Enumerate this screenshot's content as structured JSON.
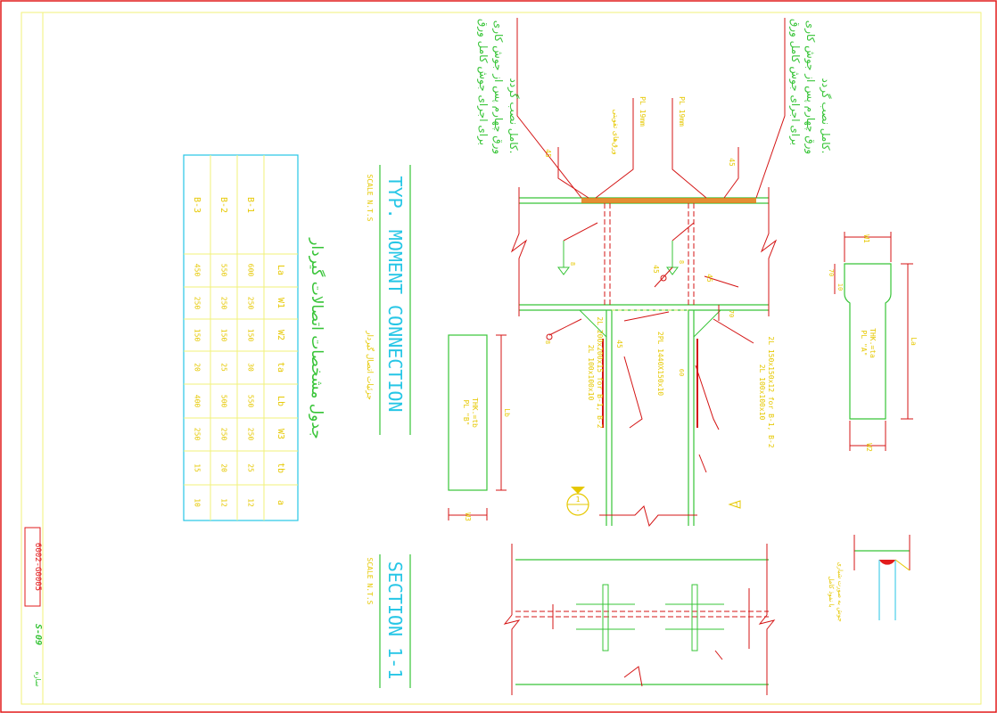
{
  "colors": {
    "frame_red": "#e21b1b",
    "inner_yellow": "#f2f27a",
    "line_green": "#3ecf3e",
    "dim_red": "#d41414",
    "title_cyan": "#26c6e6",
    "note_green": "#37c437",
    "label_yellow": "#e6c800",
    "hatch_orange": "#e07a10"
  },
  "title_block": {
    "title": "TYP. MOMENT CONNECTION",
    "scale": "SCALE N.T.S",
    "subtitle_fa": "جزئیات اتصال گیردار"
  },
  "section_block": {
    "title": "SECTION 1-1",
    "scale": "SCALE N.T.S"
  },
  "table_block": {
    "title_fa": "جدول مشخصات اتصالات گیردار",
    "headers": [
      "",
      "La",
      "W1",
      "W2",
      "ta",
      "Lb",
      "W3",
      "tb",
      "a"
    ],
    "rows": [
      {
        "id": "B-1",
        "values": [
          "600",
          "250",
          "150",
          "30",
          "550",
          "250",
          "25",
          "12"
        ]
      },
      {
        "id": "B-2",
        "values": [
          "550",
          "250",
          "150",
          "25",
          "500",
          "250",
          "20",
          "12"
        ]
      },
      {
        "id": "B-3",
        "values": [
          "450",
          "250",
          "150",
          "20",
          "400",
          "250",
          "15",
          "10"
        ]
      }
    ]
  },
  "drawing_labels": {
    "pl_19_left": "PL 19mm",
    "pl_19_right": "PL 19mm",
    "pl_a": "PL \"A\"",
    "pl_a_thk": "THK.=ta",
    "pl_b": "PL \"B\"",
    "pl_b_thk": "THK.=tb",
    "angle_1": "45",
    "angle_2": "45",
    "angle_3": "45",
    "angle_4": "45",
    "angle_5": "45",
    "weld_8a": "8",
    "weld_8b": "8",
    "weld_8c": "8",
    "dim_70a": "70",
    "dim_70b": "70",
    "dim_la": "La",
    "dim_lb": "Lb",
    "dim_w1": "W1",
    "dim_w2": "W2",
    "dim_w3": "W3",
    "dim_10": "10",
    "dim_60": "60",
    "l_left_1": "2L 100x100x10",
    "l_left_2": "2L 200x200x15 for B-1, B-2",
    "l_right_1": "2L 100x100x10",
    "l_right_2": "2L 150x150x12 for B-1, B-2",
    "pl_mid": "2PL 1440X150x10",
    "section_mark": "1",
    "section_sheet": "-",
    "weld_type": "1"
  },
  "notes_fa": {
    "note_left_1": "برای اجرای جوش کامل ورق",
    "note_left_2": "ورق چهارم پس از جوش کاری",
    "note_left_3": "کامل نصب گردد.",
    "note_right_1": "برای اجرای جوش کامل ورق",
    "note_right_2": "ورق چهارم پس از جوش کاری",
    "note_right_3": "کامل نصب گردد.",
    "note_mid": "ورق‌های تقویتی",
    "detail_note_1": "جوش به صورت شیاری",
    "detail_note_2": "با نفوذ کامل"
  },
  "sheet": {
    "code": "S-09",
    "number": "6002-G0005",
    "footer": "سازه"
  }
}
